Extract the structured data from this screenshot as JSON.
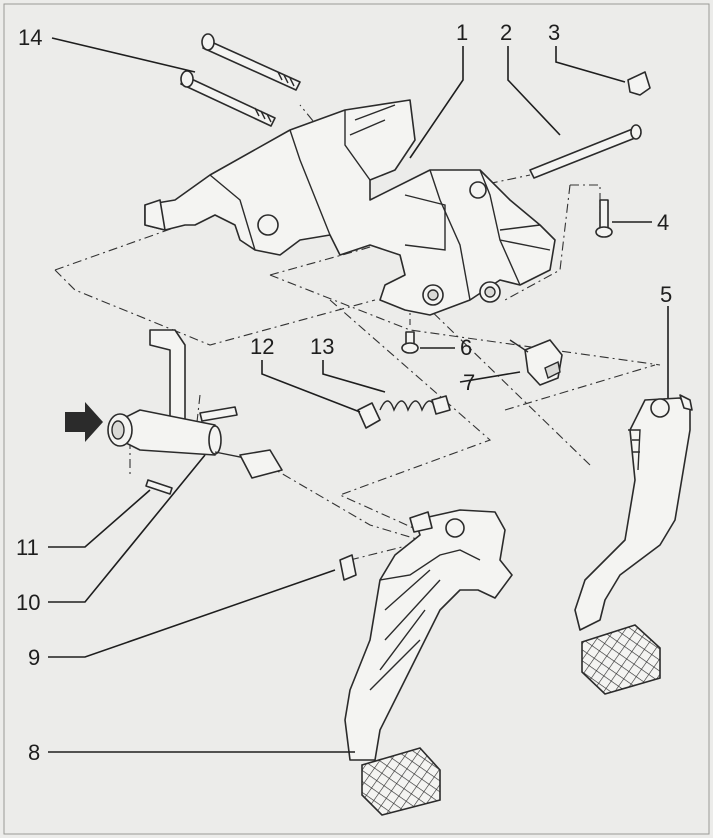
{
  "callouts": [
    {
      "id": "1",
      "text": "1"
    },
    {
      "id": "2",
      "text": "2"
    },
    {
      "id": "3",
      "text": "3"
    },
    {
      "id": "4",
      "text": "4"
    },
    {
      "id": "5",
      "text": "5"
    },
    {
      "id": "6",
      "text": "6"
    },
    {
      "id": "7",
      "text": "7"
    },
    {
      "id": "8",
      "text": "8"
    },
    {
      "id": "9",
      "text": "9"
    },
    {
      "id": "10",
      "text": "10"
    },
    {
      "id": "11",
      "text": "11"
    },
    {
      "id": "12",
      "text": "12"
    },
    {
      "id": "13",
      "text": "13"
    },
    {
      "id": "14",
      "text": "14"
    }
  ],
  "colors": {
    "background": "#ececea",
    "ink": "#2b2b2b",
    "fill": "#f4f4f2"
  }
}
